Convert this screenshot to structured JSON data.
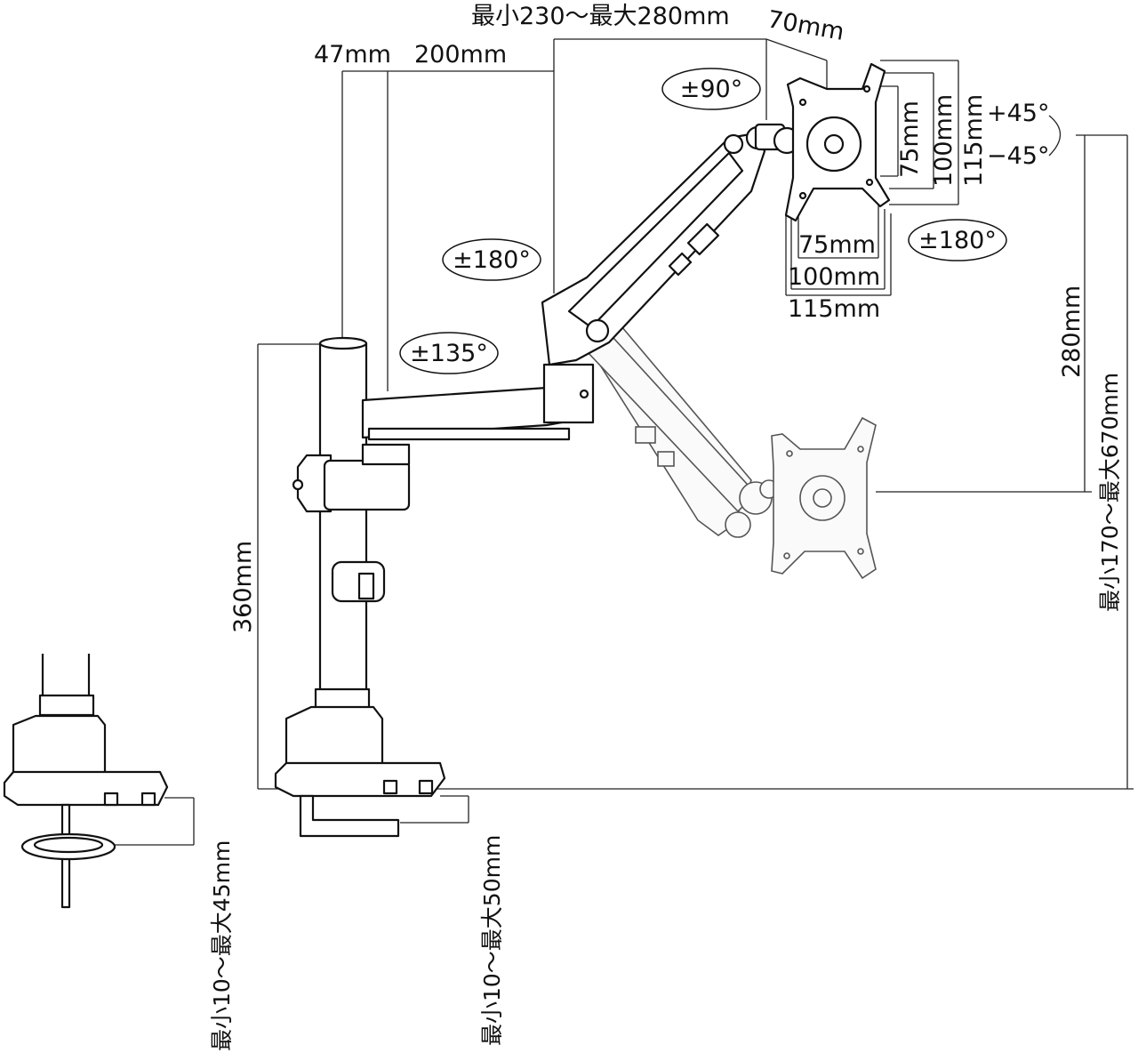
{
  "dimensions": {
    "reach_range": "最小230～最大280mm",
    "tilt_joint": "70mm",
    "pole_offset": "47mm",
    "first_arm": "200mm",
    "vesa_h_75": "75mm",
    "vesa_h_100": "100mm",
    "vesa_h_115": "115mm",
    "vesa_v_75": "75mm",
    "vesa_v_100": "100mm",
    "vesa_v_115": "115mm",
    "arm_height_travel": "280mm",
    "total_height_range": "最小170～最大670mm",
    "pole_height": "360mm",
    "grommet_thickness": "最小10～最大45mm",
    "clamp_thickness": "最小10～最大50mm"
  },
  "rotations": {
    "vesa_rotate": "±90°",
    "arm_joint_1": "±180°",
    "arm_joint_2": "±135°",
    "swivel": "±180°",
    "tilt_up": "+45°",
    "tilt_down": "−45°"
  }
}
